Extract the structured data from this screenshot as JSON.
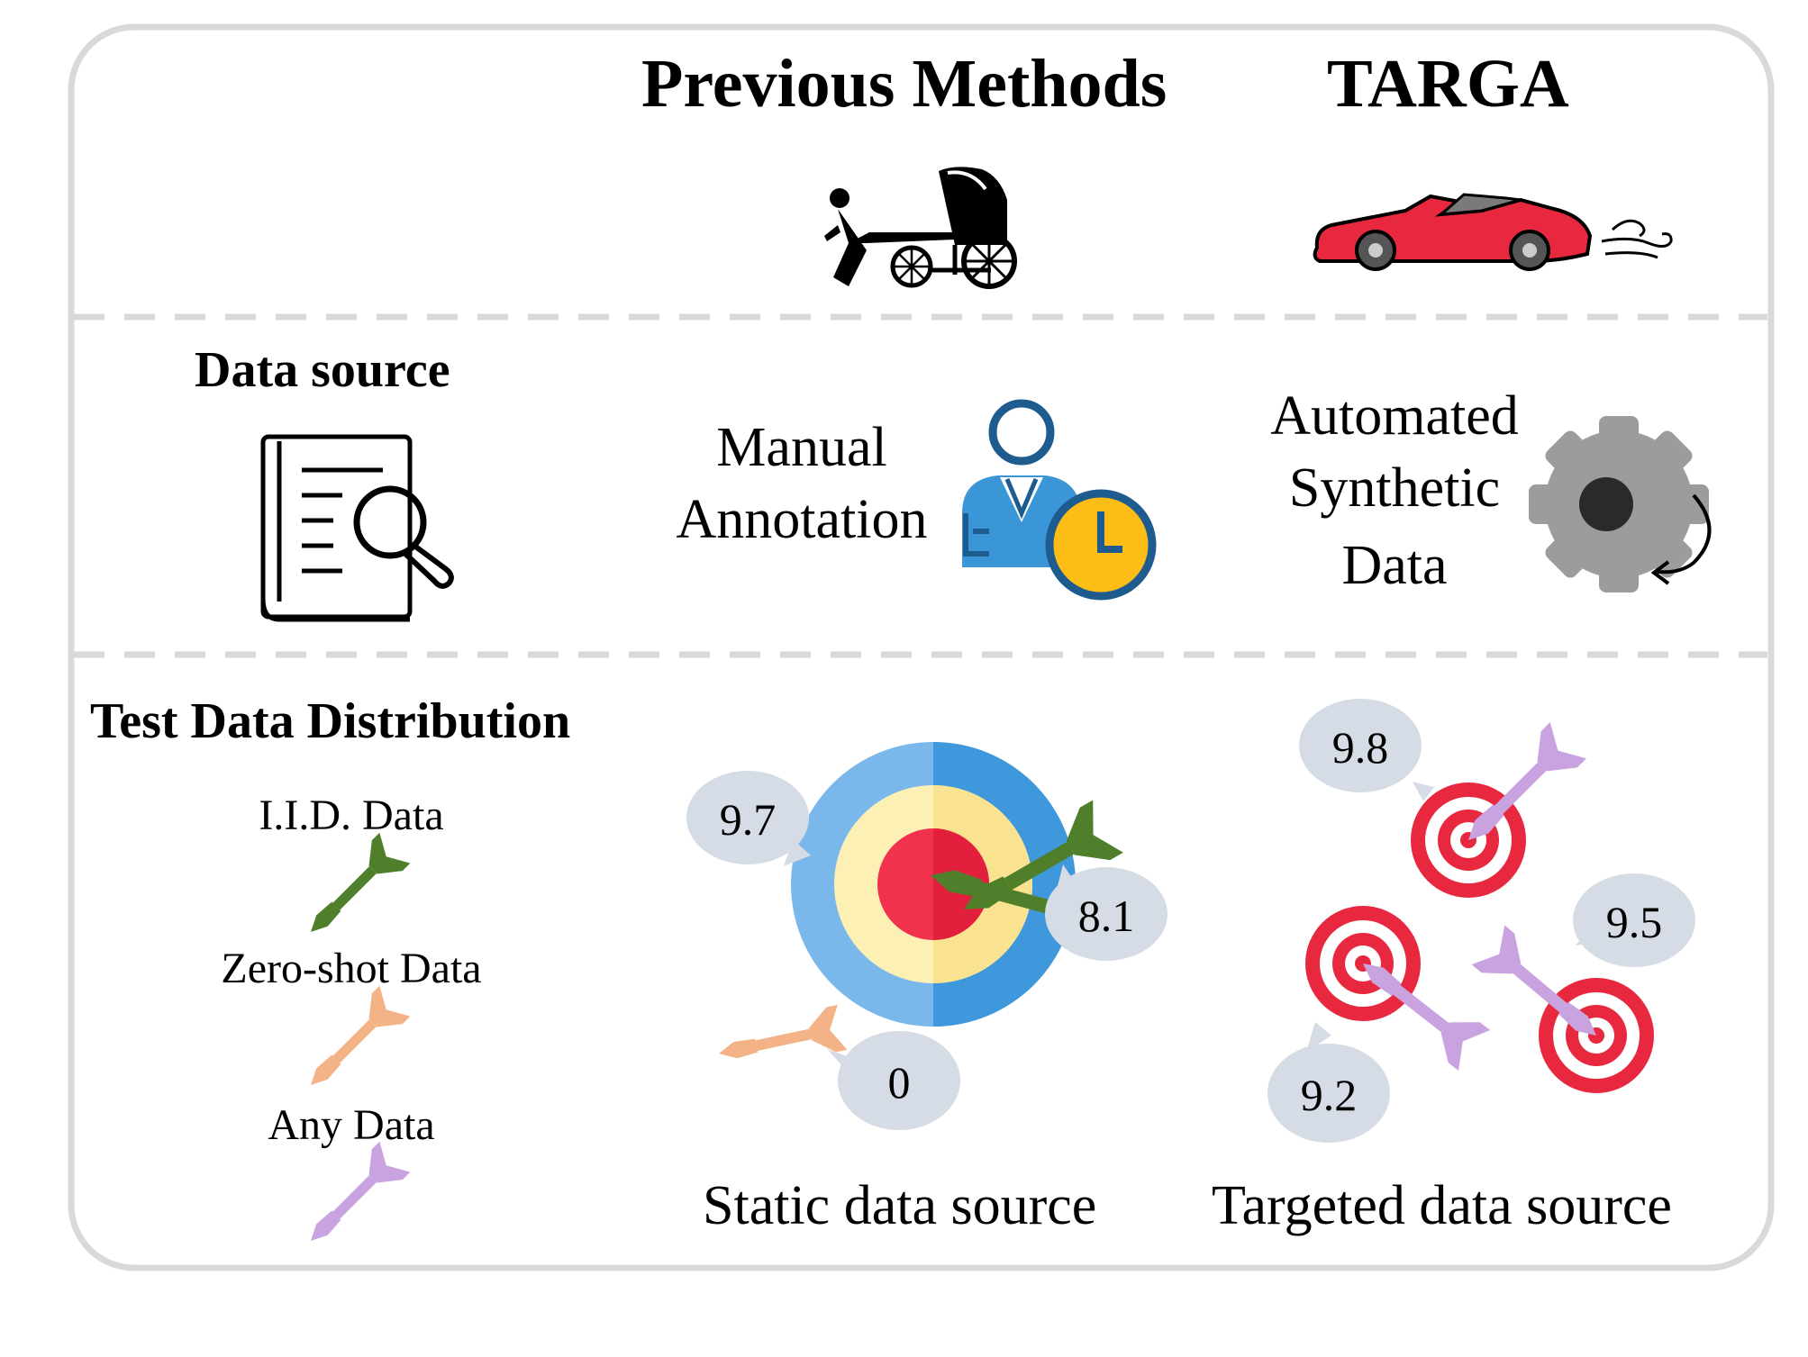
{
  "header": {
    "previous": "Previous Methods",
    "targa": "TARGA"
  },
  "data_source": {
    "title": "Data source",
    "manual_line1": "Manual",
    "manual_line2": "Annotation",
    "auto_line1": "Automated",
    "auto_line2": "Synthetic",
    "auto_line3": "Data"
  },
  "distribution": {
    "title": "Test Data Distribution",
    "legend": [
      {
        "label": "I.I.D. Data",
        "color": "#4f7f2a"
      },
      {
        "label": "Zero-shot Data",
        "color": "#f3b386"
      },
      {
        "label": "Any Data",
        "color": "#c9a2e0"
      }
    ],
    "static_scores": [
      "9.7",
      "8.1",
      "0"
    ],
    "targeted_scores": [
      "9.8",
      "9.5",
      "9.2"
    ],
    "static_caption": "Static data source",
    "targeted_caption": "Targeted data source"
  },
  "colors": {
    "frame": "#d9d9d9",
    "bubble": "#d6dce5",
    "target_red": "#e8283e",
    "car_red": "#e8283e",
    "gear": "#9c9c9c",
    "person_blue": "#1e5b8e"
  }
}
